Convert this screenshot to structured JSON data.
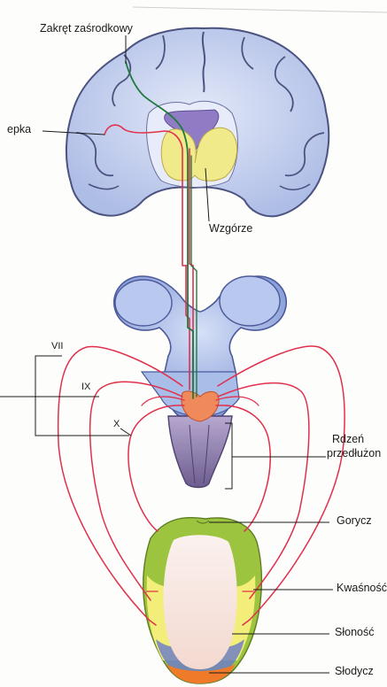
{
  "labels": {
    "zakret": "Zakręt zaśrodkowy",
    "epka": "epka",
    "wzgorze": "Wzgórze",
    "vii": "VII",
    "ix": "IX",
    "x": "X",
    "rdzen_line1": "Rdzeń",
    "rdzen_line2": "przedłużon",
    "gorycz": "Gorycz",
    "kwasnosc": "Kwaśność",
    "slonosc": "Słoność",
    "slodycz": "Słodycz"
  },
  "colors": {
    "brain_fill": "#c9d3ee",
    "brain_outline": "#5a5f86",
    "thalamus_yellow": "#f1ea8a",
    "thalamus_purple": "#8f7cc5",
    "brainstem_blue": "#9aaee0",
    "medulla_purple": "#8b7aa8",
    "nerve_red": "#e0304c",
    "pathway_green": "#1f7a3d",
    "nucleus_orange": "#f08a5a",
    "tongue_bitter": "#9cc43f",
    "tongue_sour": "#f3ee7a",
    "tongue_salty": "#6d7fc6",
    "tongue_sweet": "#ee7a2a",
    "tongue_center": "#f7e6df"
  }
}
